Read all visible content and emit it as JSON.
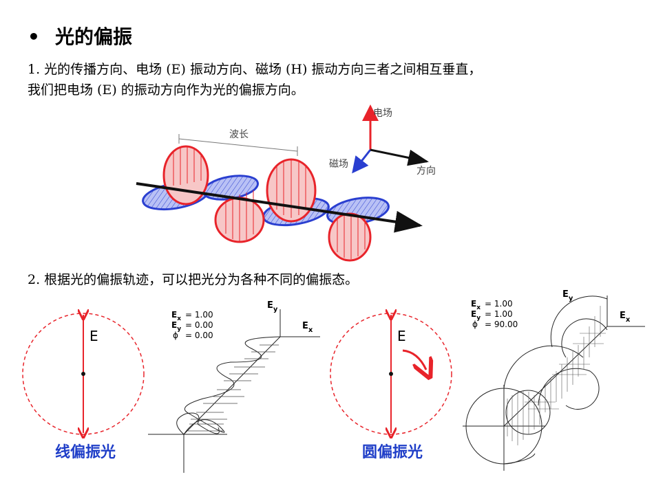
{
  "header": {
    "bullet": "•",
    "title": "光的偏振"
  },
  "paragraph1": {
    "line1": "1. 光的传播方向、电场 (E) 振动方向、磁场 (H) 振动方向三者之间相互垂直，",
    "line2": "我们把电场 (E) 的振动方向作为光的偏振方向。"
  },
  "wave_figure": {
    "wavelength_label": "波长",
    "axis_electric": "电场",
    "axis_magnetic": "磁场",
    "axis_direction": "方向",
    "colors": {
      "electric": "#e8232a",
      "magnetic": "#2a3fd0"
    }
  },
  "paragraph2": {
    "line1": "2. 根据光的偏振轨迹，可以把光分为各种不同的偏振态。"
  },
  "linear": {
    "field_label": "E",
    "caption": "线偏振光",
    "params": {
      "ex": "= 1.00",
      "ey": "= 0.00",
      "phi": "= 0.00"
    },
    "axis_ey": "E",
    "axis_ex": "E",
    "sub_y": "y",
    "sub_x": "x"
  },
  "circular": {
    "field_label": "E",
    "caption": "圆偏振光",
    "params": {
      "ex": "= 1.00",
      "ey": "= 1.00",
      "phi": "= 90.00"
    },
    "axis_ey": "E",
    "axis_ex": "E",
    "sub_y": "y",
    "sub_x": "x"
  }
}
